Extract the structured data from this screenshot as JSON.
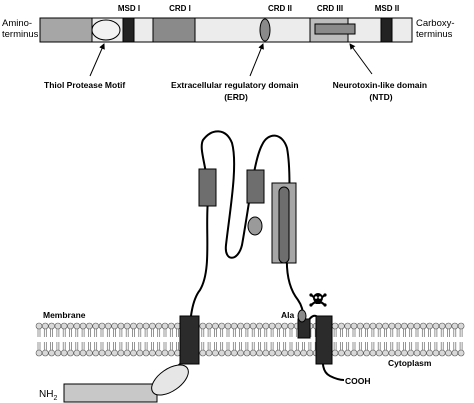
{
  "linear_map": {
    "left_terminus": [
      "Amino-",
      "terminus"
    ],
    "right_terminus": [
      "Carboxy-",
      "terminus"
    ],
    "domain_labels": [
      "MSD I",
      "CRD I",
      "CRD II",
      "CRD III",
      "MSD II"
    ],
    "callouts": [
      {
        "lines": [
          "Thiol Protease Motif"
        ]
      },
      {
        "lines": [
          "Extracellular regulatory domain",
          "(ERD)"
        ]
      },
      {
        "lines": [
          "Neurotoxin-like domain",
          "(NTD)"
        ]
      }
    ]
  },
  "topology": {
    "membrane": "Membrane",
    "cytoplasm": "Cytoplasm",
    "ala": "Ala",
    "nh2": "NH",
    "nh2_sub": "2",
    "cooh": "COOH",
    "toxin_symbol": "skull-crossbones-icon"
  },
  "colors": {
    "light_gray": "#d9d9d9",
    "mid_gray": "#8c8c8c",
    "dark": "#2b2b2b"
  }
}
